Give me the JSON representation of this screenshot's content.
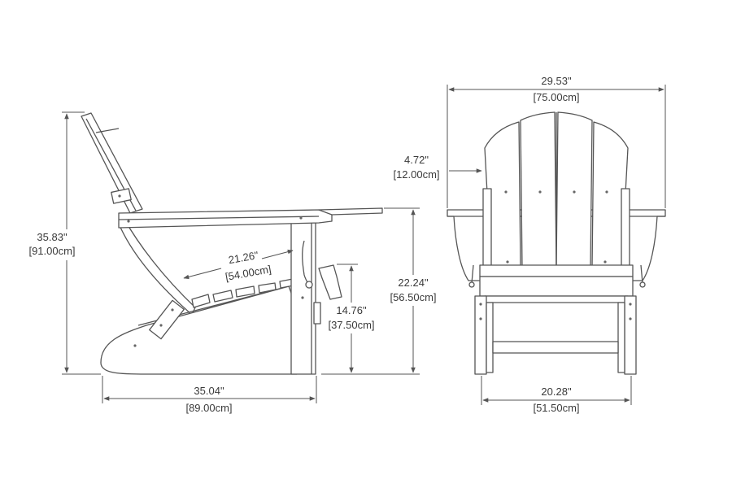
{
  "colors": {
    "line": "#555555",
    "text": "#3a3a3a",
    "background": "#ffffff"
  },
  "side_view": {
    "overall_height": {
      "in": "35.83\"",
      "cm": "[91.00cm]"
    },
    "overall_depth": {
      "in": "35.04\"",
      "cm": "[89.00cm]"
    },
    "seat_depth": {
      "in": "21.26\"",
      "cm": "[54.00cm]"
    },
    "seat_height": {
      "in": "14.76\"",
      "cm": "[37.50cm]"
    },
    "arm_height": {
      "in": "22.24\"",
      "cm": "[56.50cm]"
    }
  },
  "front_view": {
    "overall_width": {
      "in": "29.53\"",
      "cm": "[75.00cm]"
    },
    "arm_width": {
      "in": "4.72\"",
      "cm": "[12.00cm]"
    },
    "seat_width": {
      "in": "20.28\"",
      "cm": "[51.50cm]"
    }
  }
}
